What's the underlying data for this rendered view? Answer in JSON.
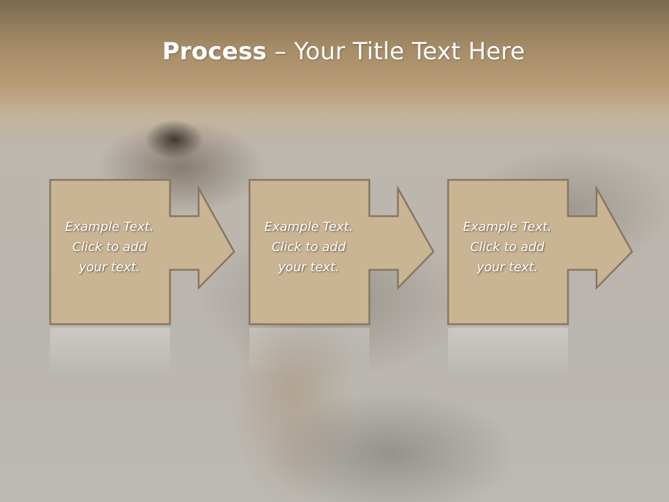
{
  "slide": {
    "title_bold": "Process",
    "title_rest": " – Your Title Text Here"
  },
  "steps": [
    {
      "lines": [
        "Example Text.",
        "Click  to add",
        "your text."
      ]
    },
    {
      "lines": [
        "Example Text.",
        "Click  to add",
        "your text."
      ]
    },
    {
      "lines": [
        "Example Text.",
        "Click  to add",
        "your text."
      ]
    }
  ],
  "colors": {
    "box_fill": "#c9b493",
    "box_stroke": "#857660",
    "title_text": "#ffffff"
  }
}
